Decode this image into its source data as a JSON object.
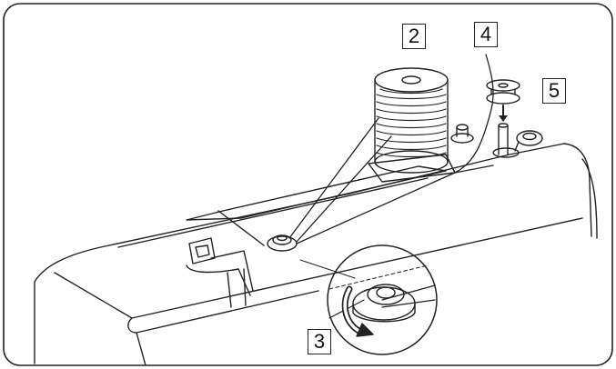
{
  "callouts": {
    "c2": "2",
    "c3": "3",
    "c4": "4",
    "c5": "5"
  },
  "colors": {
    "line": "#222222",
    "background": "#ffffff"
  },
  "parts": {
    "thread_spool": "thread-spool",
    "bobbin": "bobbin",
    "bobbin_winder_spindle": "bobbin-winder-spindle",
    "bobbin_winding_tension_disc": "bobbin-winding-tension-disc",
    "rotation_arrow": "rotation-arrow-icon"
  }
}
